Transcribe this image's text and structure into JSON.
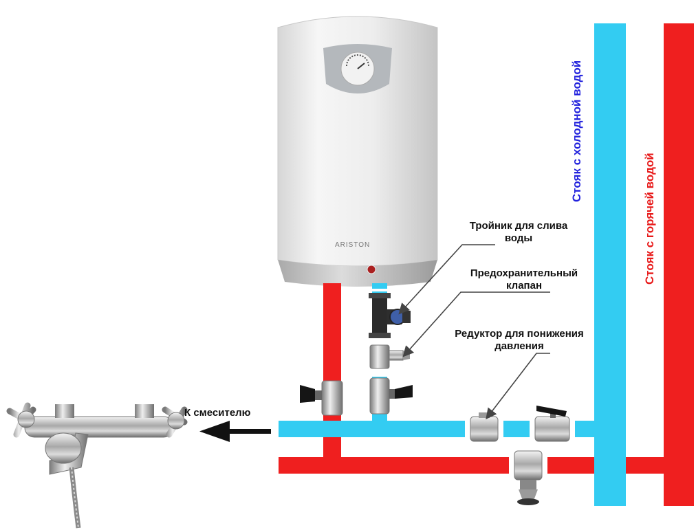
{
  "colors": {
    "cold": "#33ccf2",
    "hot": "#ef1f1f",
    "cold_text": "#2222dd",
    "hot_text": "#e81a1a",
    "leader": "#444444"
  },
  "heater": {
    "brand": "ARISTON",
    "icon": "water-heater-icon"
  },
  "labels": {
    "to_mixer": "К смесителю",
    "tee_line1": "Тройник для слива",
    "tee_line2": "воды",
    "valve_line1": "Предохранительный",
    "valve_line2": "клапан",
    "reducer_line1": "Редуктор для понижения",
    "reducer_line2": "давления",
    "cold_riser": "Стояк с холодной водой",
    "hot_riser": "Стояк с горячей водой"
  },
  "icons": {
    "mixer": "faucet-mixer-icon",
    "arrow": "arrow-left-icon",
    "ball_valve": "ball-valve-icon",
    "tee": "drain-tee-icon",
    "safety_valve": "safety-valve-icon",
    "reducer": "pressure-reducer-icon"
  }
}
